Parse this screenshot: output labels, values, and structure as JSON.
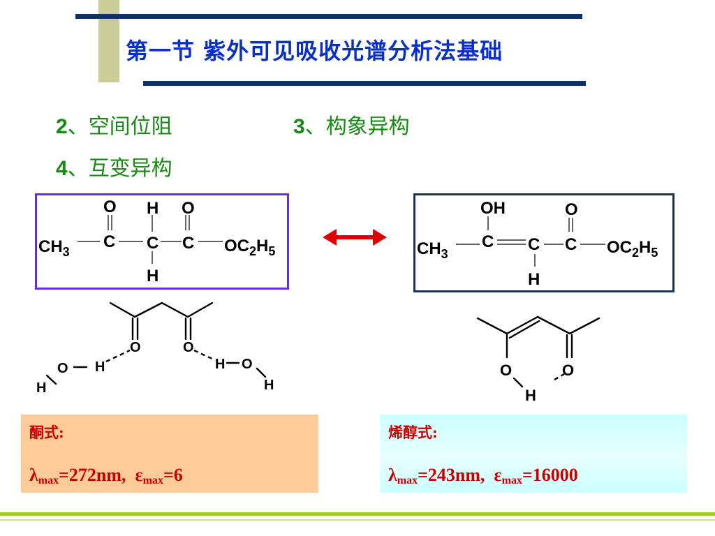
{
  "slide": {
    "title": "第一节  紫外可见吸收光谱分析法基础",
    "topics": [
      {
        "num": "2",
        "sep": "、",
        "label": "空间位阻"
      },
      {
        "num": "3",
        "sep": "、",
        "label": "构象异构"
      },
      {
        "num": "4",
        "sep": "、",
        "label": "互变异构"
      }
    ]
  },
  "keto_structure": {
    "atoms": {
      "ch3": "CH",
      "ch3_sub": "3",
      "c1": "C",
      "c2": "C",
      "c3": "C",
      "o1": "O",
      "o3": "O",
      "h_top": "H",
      "h_bottom": "H",
      "oc": "OC",
      "oc_sub": "2",
      "oc_h": "H",
      "oc_h_sub": "5"
    }
  },
  "enol_structure": {
    "atoms": {
      "ch3": "CH",
      "ch3_sub": "3",
      "c1": "C",
      "c2": "C",
      "c3": "C",
      "oh": "OH",
      "o3": "O",
      "h_bottom": "H",
      "oc": "OC",
      "oc_sub": "2",
      "oc_h": "H",
      "oc_h_sub": "5"
    }
  },
  "keto_hbond": {
    "atoms": {
      "o_left": "O",
      "o_right": "O",
      "h_left": "H",
      "h_right": "H",
      "water_o_left": "O",
      "water_h_left": "H",
      "water_o_right": "O",
      "water_h_right": "H"
    }
  },
  "enol_hbond": {
    "atoms": {
      "o_left": "O",
      "o_right": "O",
      "h_bridge": "H"
    }
  },
  "keto_panel": {
    "title": "酮式:",
    "lambda": "λ",
    "lambda_sub": "max",
    "lambda_value": "=272nm,",
    "epsilon": "ε",
    "epsilon_sub": "max",
    "epsilon_value": "=6"
  },
  "enol_panel": {
    "title": "烯醇式:",
    "lambda": "λ",
    "lambda_sub": "max",
    "lambda_value": "=243nm,",
    "epsilon": "ε",
    "epsilon_sub": "max",
    "epsilon_value": "=16000"
  },
  "colors": {
    "title": "#0a2fc6",
    "topics": "#168a12",
    "panel_text": "#c80000",
    "keto_panel_bg": "#ffcc99",
    "enol_panel_bg": "#ccffff",
    "keto_box_border": "#6a2bd9",
    "enol_box_border": "#1a3355",
    "arrow": "#e00000",
    "footer_line": "#9dc93a"
  }
}
